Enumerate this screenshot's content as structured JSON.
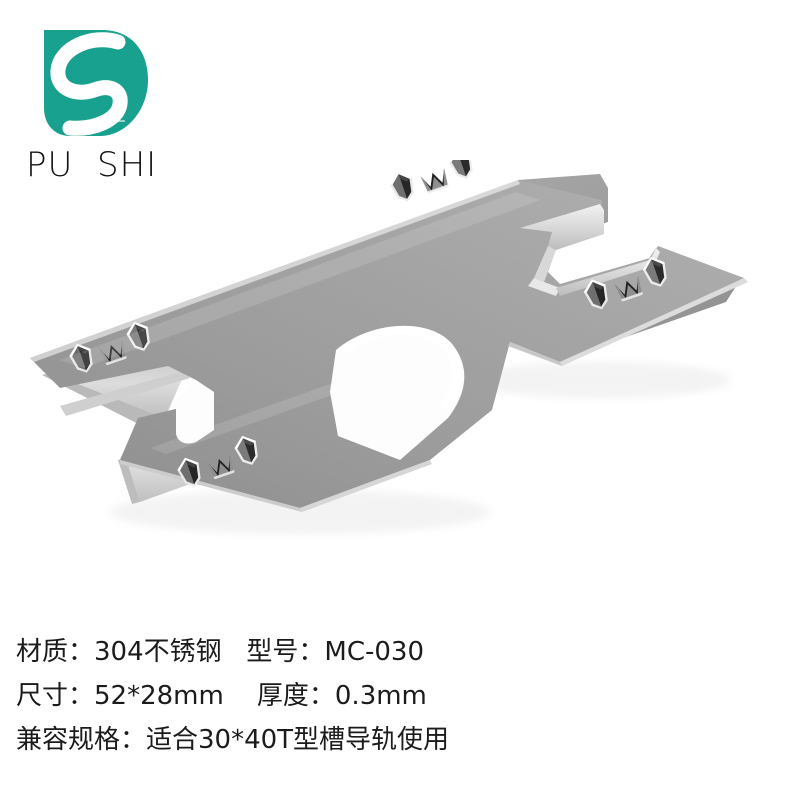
{
  "brand": {
    "logo_icon": "pushi-logo-icon",
    "name": "PU  SHI",
    "logo_color": "#17a18e",
    "logo_ribbon_color": "#ffffff"
  },
  "product": {
    "icon": "stainless-steel-t-slot-clip",
    "description_alt": "304 stainless steel T-slot rail mounting clip, isometric view",
    "surface_colors": {
      "top_face": "#9d9d9d",
      "top_face_light": "#b4b4b4",
      "top_face_dark": "#8a8a8a",
      "edge_bright": "#e6e6e6",
      "edge_shadow": "#7a7a7a",
      "tab_dark": "#2f2f2f",
      "background": "#ffffff"
    },
    "tab_groups": 4,
    "tabs_per_group": 3
  },
  "specs": {
    "lines": [
      "材质：304不锈钢   型号：MC-030",
      "尺寸：52*28mm    厚度：0.3mm",
      "兼容规格：适合30*40T型槽导轨使用"
    ],
    "material_label": "材质：",
    "material_value": "304不锈钢",
    "model_label": "型号：",
    "model_value": "MC-030",
    "size_label": "尺寸：",
    "size_value": "52*28mm",
    "thickness_label": "厚度：",
    "thickness_value": "0.3mm",
    "compat_label": "兼容规格：",
    "compat_value": "适合30*40T型槽导轨使用",
    "text_color": "#1b1b1b"
  }
}
